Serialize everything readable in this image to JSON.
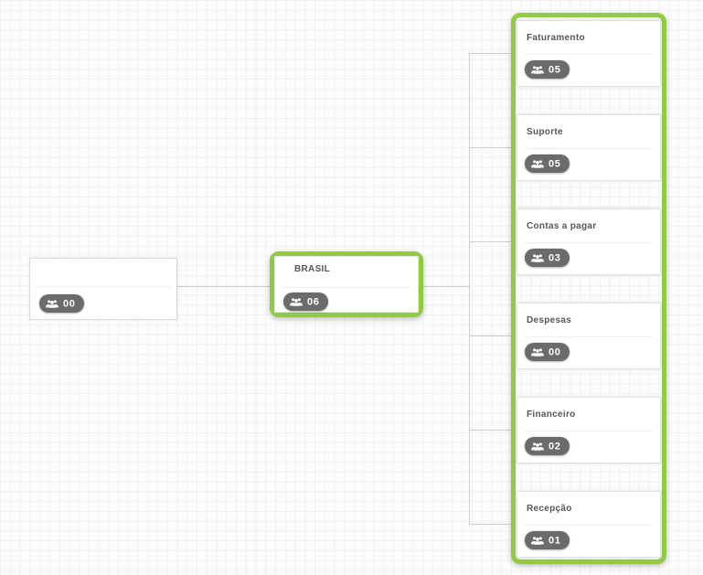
{
  "org_chart": {
    "root": {
      "title": "",
      "members_count": "00"
    },
    "selected_node": {
      "title": "BRASIL",
      "members_count": "06"
    },
    "children": [
      {
        "title": "Faturamento",
        "members_count": "05"
      },
      {
        "title": "Suporte",
        "members_count": "05"
      },
      {
        "title": "Contas a pagar",
        "members_count": "03"
      },
      {
        "title": "Despesas",
        "members_count": "00"
      },
      {
        "title": "Financeiro",
        "members_count": "02"
      },
      {
        "title": "Recepção",
        "members_count": "01"
      }
    ]
  },
  "icons": {
    "badge_icon": "users-group-icon"
  },
  "colors": {
    "selection_green": "#92ca43",
    "badge_gray": "#6b6b6b",
    "connector_gray": "#cdcdcd",
    "title_text": "#54565a"
  }
}
